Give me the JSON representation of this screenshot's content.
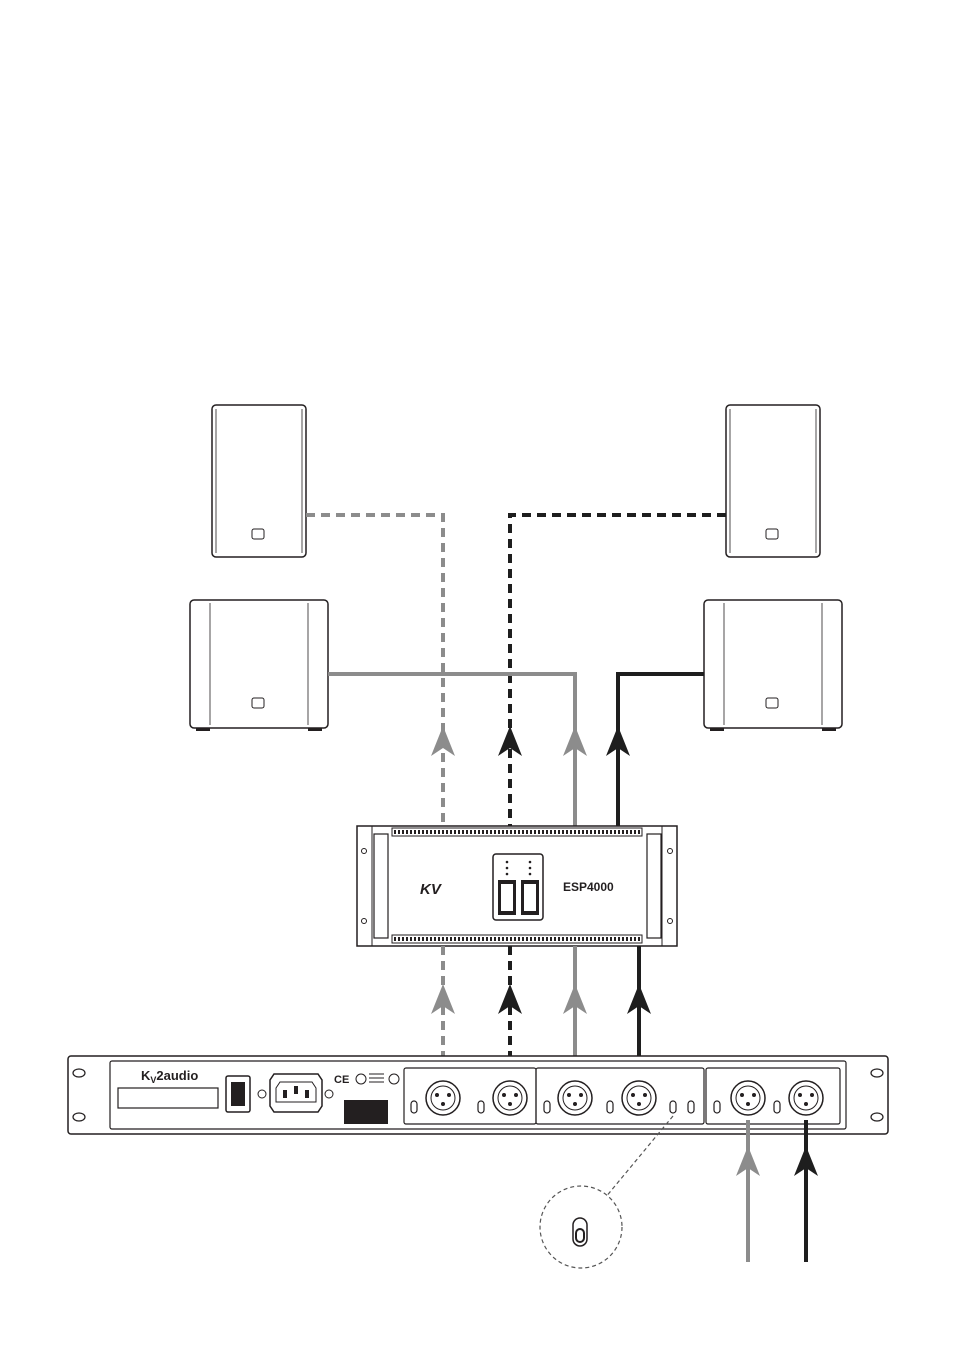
{
  "diagram": {
    "rack_unit": {
      "brand_prefix": "K",
      "brand_sub": "V",
      "brand_suffix": "2audio",
      "cert_marks": "CE"
    },
    "amplifier": {
      "logo_text": "KV",
      "model_text": "ESP4000"
    },
    "colors": {
      "grey_line": "#8c8c8c",
      "black_line": "#1e1e1e",
      "outline": "#231f20"
    },
    "icons": [
      "speaker-icon",
      "subwoofer-icon",
      "arrow-up-icon",
      "xlr-connector-icon",
      "toggle-switch-icon",
      "power-socket-icon"
    ]
  }
}
